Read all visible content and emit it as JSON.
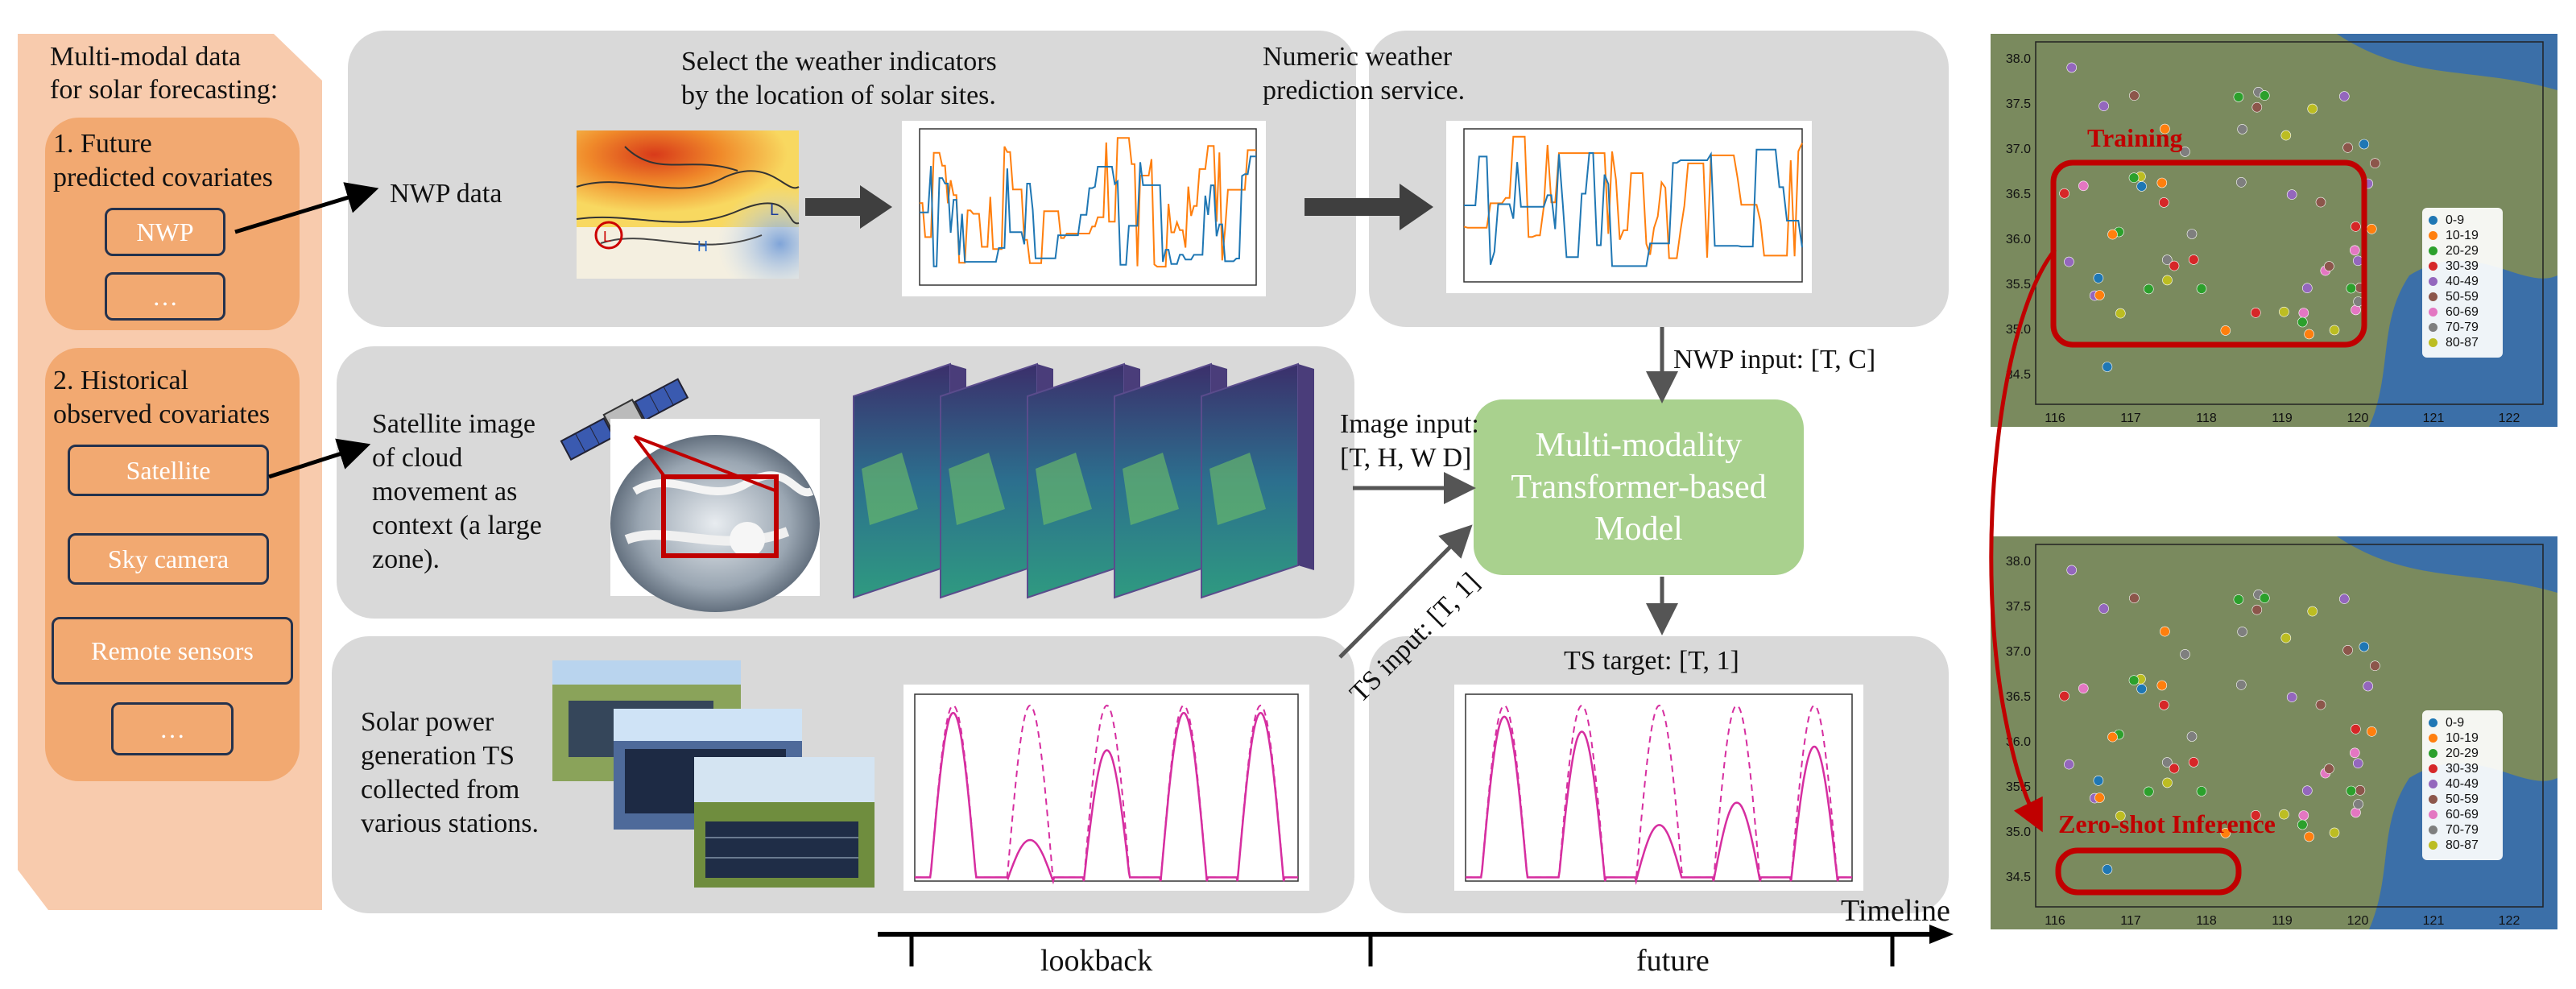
{
  "sidebar": {
    "title": "Multi-modal data\nfor solar forecasting:",
    "group1": {
      "title": "1. Future\npredicted covariates",
      "chips": [
        "NWP",
        "…"
      ]
    },
    "group2": {
      "title": "2. Historical\nobserved covariates",
      "chips": [
        "Satellite",
        "Sky camera",
        "Remote sensors",
        "…"
      ]
    }
  },
  "nwp_row": {
    "label": "NWP data",
    "select_caption": "Select the weather indicators\nby the location of solar sites.",
    "service_caption": "Numeric weather\nprediction service."
  },
  "satellite_row": {
    "caption": "Satellite image\nof cloud\nmovement as\ncontext (a large\nzone)."
  },
  "solar_row": {
    "caption": "Solar power\ngeneration TS\ncollected from\nvarious stations."
  },
  "model": {
    "label": "Multi-modality\nTransformer-based\nModel",
    "nwp_input": "NWP input: [T, C]",
    "image_input": "Image input:\n[T, H, W D]",
    "ts_input": "TS input: [T, 1]",
    "ts_target": "TS target: [T, 1]"
  },
  "timeline": {
    "label": "Timeline",
    "lookback": "lookback",
    "future": "future"
  },
  "maps": {
    "training_label": "Training",
    "inference_label": "Zero-shot Inference",
    "x_ticks": [
      "116",
      "117",
      "118",
      "119",
      "120",
      "121",
      "122"
    ],
    "y_ticks": [
      "38.0",
      "37.5",
      "37.0",
      "36.5",
      "36.0",
      "35.5",
      "35.0",
      "34.5"
    ],
    "legend": [
      {
        "label": "0-9",
        "color": "#1f77b4"
      },
      {
        "label": "10-19",
        "color": "#ff7f0e"
      },
      {
        "label": "20-29",
        "color": "#2ca02c"
      },
      {
        "label": "30-39",
        "color": "#d62728"
      },
      {
        "label": "40-49",
        "color": "#9467bd"
      },
      {
        "label": "50-59",
        "color": "#8c564b"
      },
      {
        "label": "60-69",
        "color": "#e377c2"
      },
      {
        "label": "70-79",
        "color": "#7f7f7f"
      },
      {
        "label": "80-87",
        "color": "#bcbd22"
      }
    ]
  },
  "colors": {
    "panel": "#d9d9d9",
    "sidebar_bg": "#f8cbad",
    "group_bg": "#f2a971",
    "model_bg": "#a9d18e",
    "highlight_red": "#c00000",
    "series_blue": "#1f77b4",
    "series_orange": "#ff7f0e",
    "solar_magenta": "#d62ea0"
  }
}
